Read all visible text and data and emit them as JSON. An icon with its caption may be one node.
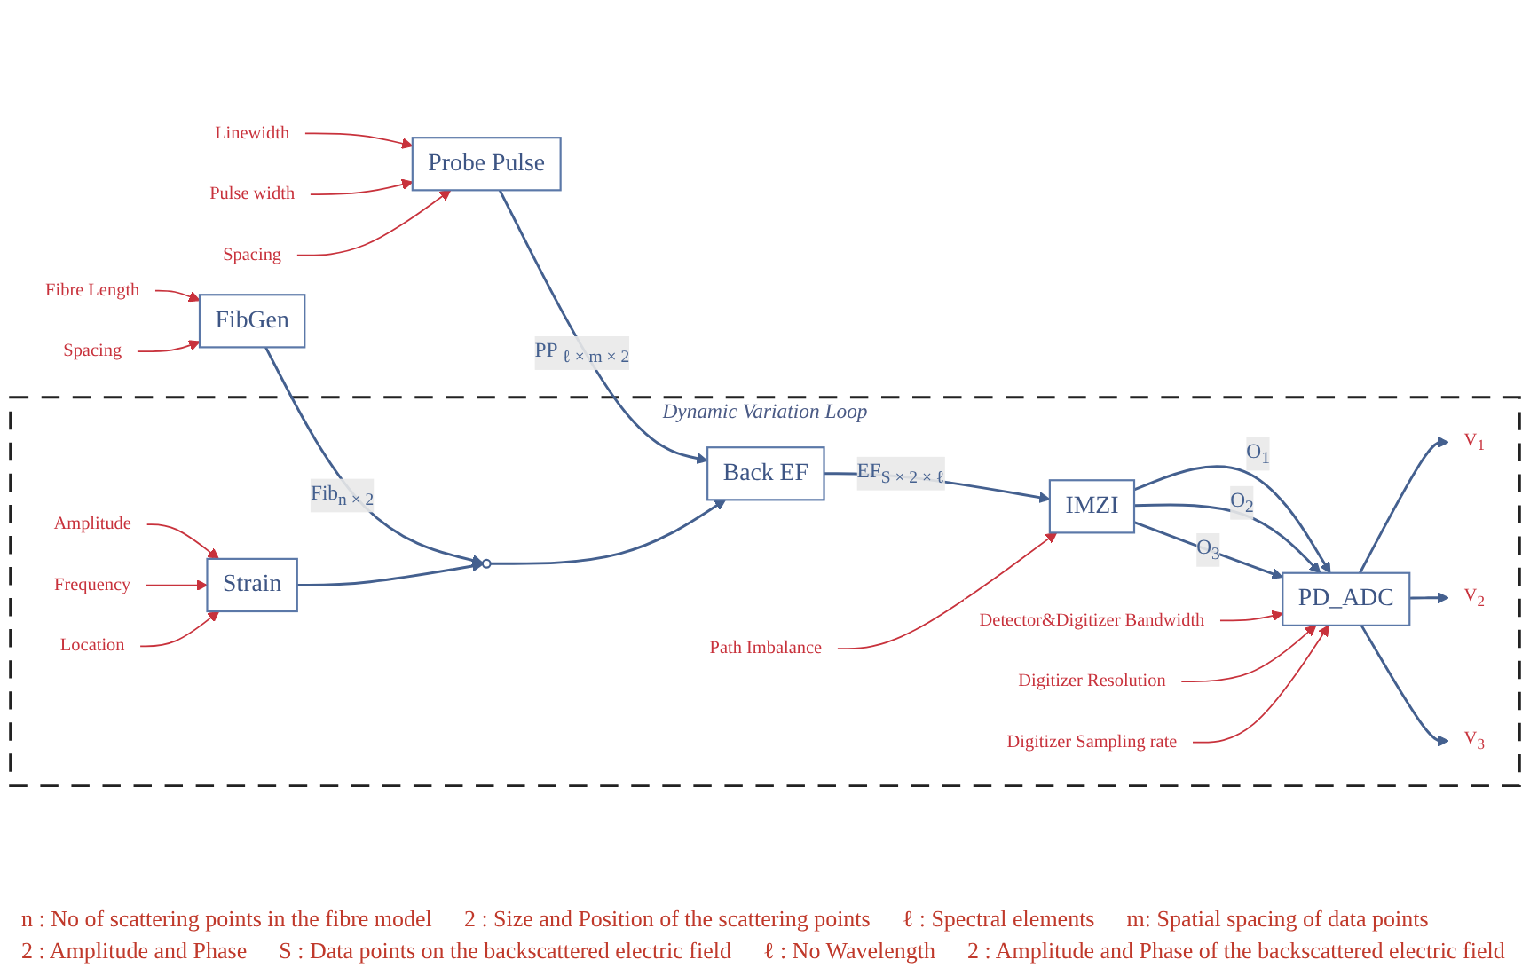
{
  "diagram": {
    "nodes": [
      {
        "text": [
          "Fibre Length"
        ]
      },
      {
        "text": [
          "Spacing"
        ]
      },
      {
        "text": [
          "FibGen"
        ]
      },
      {
        "text": [
          "Probe Pulse"
        ]
      },
      {
        "text": [
          "Linewidth"
        ]
      },
      {
        "text": [
          "Pulse width"
        ]
      },
      {
        "text": [
          "Spacing"
        ]
      },
      {
        "text": [
          "Dynamic Variation Loop"
        ]
      },
      {
        "text": [
          "Strain"
        ],
        "in": 7
      },
      {
        "text": [],
        "shape": "circle",
        "in": 7
      },
      {
        "text": [
          "Back EF"
        ],
        "in": 7
      },
      {
        "text": [
          "Amplitude"
        ],
        "in": 7
      },
      {
        "text": [
          "Frequency"
        ],
        "in": 7
      },
      {
        "text": [
          "Location"
        ],
        "in": 7
      },
      {
        "text": [
          "IMZI"
        ],
        "in": 7
      },
      {
        "text": [
          "Path Imbalance"
        ],
        "in": 7
      },
      {
        "text": [
          "PD_ADC"
        ],
        "in": 7
      },
      {
        "text": [
          "Detector&Digitizer Bandwidth"
        ],
        "in": 7
      },
      {
        "text": [
          "Digitizer Resolution"
        ],
        "in": 7
      },
      {
        "text": [
          "Digitizer Sampling rate"
        ],
        "in": 7
      },
      {
        "text": [
          "V$_{1}$"
        ],
        "in": 7
      },
      {
        "text": [
          "V$_{2}$"
        ],
        "in": 7
      },
      {
        "text": [
          "V$_{3}$"
        ],
        "in": 7
      }
    ],
    "edges": [
      {
        "from": 0,
        "to": 2,
        "arrow": "to"
      },
      {
        "from": 1,
        "to": 2,
        "arrow": "to"
      },
      {
        "from": 4,
        "to": 3,
        "arrow": "to"
      },
      {
        "from": 5,
        "to": 3,
        "arrow": "to"
      },
      {
        "from": 6,
        "to": 3,
        "arrow": "to"
      },
      {
        "from": 2,
        "to": 9,
        "arrow": "to",
        "label": "Fib$_{n × 2}$",
        "color": "#44608f"
      },
      {
        "from": 3,
        "to": 10,
        "arrow": "to",
        "label": "PP $_{ℓ × m × 2}$",
        "color": "#44608f"
      },
      {
        "from": 8,
        "to": 9,
        "arrow": "to",
        "color": "#44608f"
      },
      {
        "from": 9,
        "to": 10,
        "arrow": "to",
        "color": "#44608f"
      },
      {
        "from": 11,
        "to": 8,
        "arrow": "to"
      },
      {
        "from": 12,
        "to": 8,
        "arrow": "to"
      },
      {
        "from": 13,
        "to": 8,
        "arrow": "to"
      },
      {
        "from": 10,
        "to": 14,
        "arrow": "to",
        "label": "EF$_{S × 2 × ℓ}$",
        "color": "#44608f"
      },
      {
        "from": 15,
        "to": 14,
        "arrow": "to"
      },
      {
        "from": 14,
        "to": 16,
        "arrow": "to",
        "label": "O$_{1}$",
        "color": "#44608f"
      },
      {
        "from": 14,
        "to": 16,
        "arrow": "to",
        "label": "O$_{2}$",
        "color": "#44608f"
      },
      {
        "from": 14,
        "to": 16,
        "arrow": "to",
        "label": "O$_{3}$",
        "color": "#44608f"
      },
      {
        "from": 17,
        "to": 16,
        "arrow": "to"
      },
      {
        "from": 18,
        "to": 16,
        "arrow": "to"
      },
      {
        "from": 19,
        "to": 16,
        "arrow": "to"
      },
      {
        "from": 16,
        "to": 20,
        "arrow": "to",
        "color": "#44608f"
      },
      {
        "from": 16,
        "to": 21,
        "arrow": "to",
        "color": "#44608f"
      },
      {
        "from": 16,
        "to": 22,
        "arrow": "to",
        "color": "#44608f"
      }
    ],
    "labels": [
      "n : No of scattering points in the fibre model",
      "2 : Size and Position of the scattering points",
      "ℓ : Spectral elements",
      "m: Spatial spacing of data points",
      "2 : Amplitude and Phase",
      "S : Data points on the backscattered electric field",
      "ℓ : No Wavelength",
      "2 : Amplitude and Phase of the backscattered electric field"
    ]
  }
}
